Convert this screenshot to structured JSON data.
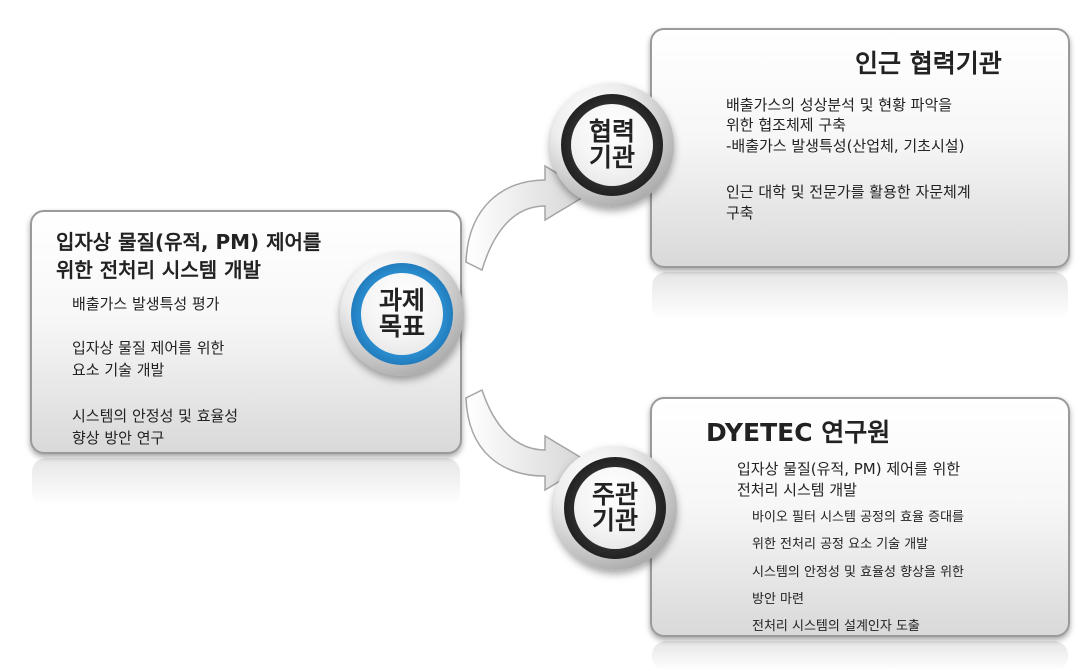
{
  "goal": {
    "title_line1": "입자상 물질(유적, PM) 제어를",
    "title_line2": "위한 전처리 시스템 개발",
    "items": [
      "배출가스 발생특성 평가",
      "입자상 물질 제어를 위한",
      "요소 기술 개발",
      "시스템의 안정성 및 효율성",
      "향상 방안 연구"
    ],
    "circle_line1": "과제",
    "circle_line2": "목표"
  },
  "partner": {
    "title": "인근 협력기관",
    "lines": [
      "배출가스의 성상분석 및 현황 파악을",
      "위한 협조체제 구축",
      "-배출가스 발생특성(산업체, 기초시설)",
      "인근 대학 및 전문가를 활용한 자문체계",
      "구축"
    ],
    "circle_line1": "협력",
    "circle_line2": "기관"
  },
  "lead": {
    "title": "DYETEC 연구원",
    "sub_line1": "입자상 물질(유적, PM) 제어를 위한",
    "sub_line2": "전처리 시스템 개발",
    "items": [
      "바이오 필터 시스템 공정의 효율 증대를",
      "위한 전처리 공정 요소 기술 개발",
      "시스템의 안정성 및 효율성 향상을 위한",
      "방안 마련",
      "전처리 시스템의 설계인자 도출"
    ],
    "circle_line1": "주관",
    "circle_line2": "기관"
  },
  "colors": {
    "goal_ring": "#2b8fd2",
    "org_ring": "#1a1a1a",
    "box_border": "#9a9a9a"
  }
}
